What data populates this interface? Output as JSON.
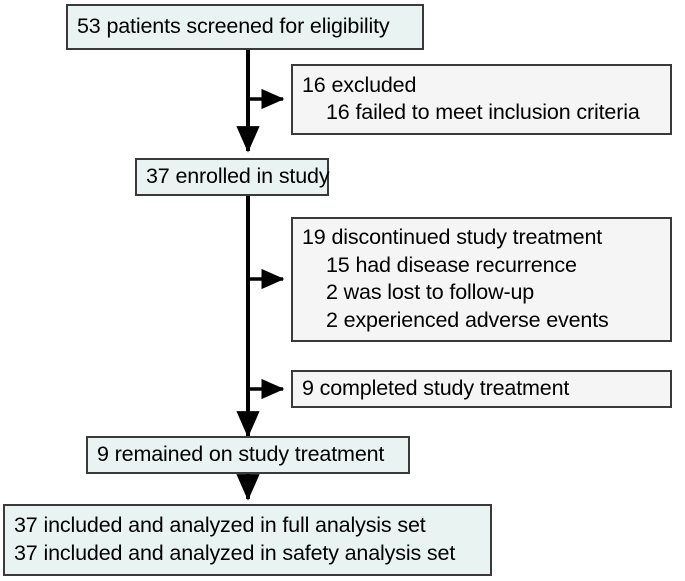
{
  "diagram": {
    "title": "CONSORT patient flow diagram",
    "type": "flowchart",
    "colors": {
      "primary_fill": "#e9f4f2",
      "side_fill": "#f5f5f5",
      "border": "#3a3a3a",
      "connector": "#000000",
      "text": "#000000",
      "background": "#ffffff"
    },
    "nodes": [
      {
        "id": "screened",
        "style": "primary",
        "lines": [
          {
            "text": "53 patients screened for eligibility",
            "indent": false
          }
        ]
      },
      {
        "id": "excluded",
        "style": "side",
        "lines": [
          {
            "text": "16 excluded",
            "indent": false
          },
          {
            "text": "16 failed to meet inclusion criteria",
            "indent": true
          }
        ]
      },
      {
        "id": "enrolled",
        "style": "primary",
        "lines": [
          {
            "text": "37 enrolled in study",
            "indent": false
          }
        ]
      },
      {
        "id": "discontinued",
        "style": "side",
        "lines": [
          {
            "text": "19 discontinued study treatment",
            "indent": false
          },
          {
            "text": "15 had disease recurrence",
            "indent": true
          },
          {
            "text": "2 was lost to follow-up",
            "indent": true
          },
          {
            "text": "2 experienced adverse events",
            "indent": true
          }
        ]
      },
      {
        "id": "completed",
        "style": "side",
        "lines": [
          {
            "text": "9 completed study treatment",
            "indent": false
          }
        ]
      },
      {
        "id": "remained",
        "style": "primary",
        "lines": [
          {
            "text": "9 remained on study treatment",
            "indent": false
          }
        ]
      },
      {
        "id": "analyzed",
        "style": "primary",
        "lines": [
          {
            "text": "37 included and analyzed in full analysis set",
            "indent": false
          },
          {
            "text": "37 included and analyzed in safety analysis set",
            "indent": false
          }
        ]
      }
    ],
    "connectors": [
      {
        "id": "screened-to-excluded",
        "kind": "branch-right"
      },
      {
        "id": "screened-to-enrolled",
        "kind": "trunk-down"
      },
      {
        "id": "enrolled-to-discontinued",
        "kind": "branch-right"
      },
      {
        "id": "enrolled-to-completed",
        "kind": "branch-right"
      },
      {
        "id": "enrolled-to-remained",
        "kind": "trunk-down"
      },
      {
        "id": "remained-to-analyzed",
        "kind": "trunk-down"
      }
    ]
  }
}
